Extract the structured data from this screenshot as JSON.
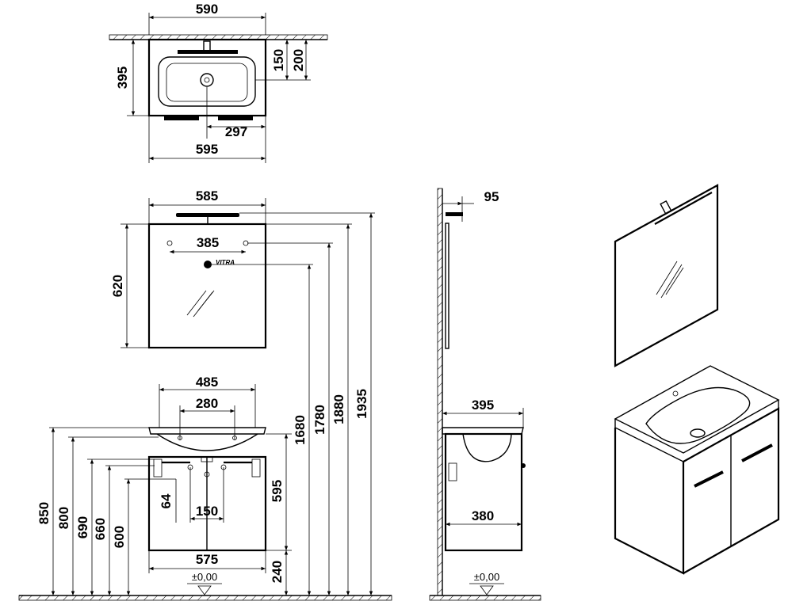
{
  "top_view": {
    "width_top": "590",
    "depth": "395",
    "d150": "150",
    "d200": "200",
    "d297": "297",
    "width_bottom": "595"
  },
  "mirror": {
    "width": "585",
    "height": "620",
    "holes": "385",
    "logo": "VITRA"
  },
  "cabinet_front": {
    "basin_outer": "485",
    "basin_inner": "280",
    "legs": "64",
    "leg_spacing": "150",
    "width": "575",
    "cab_height": "595",
    "plinth": "240",
    "zero": "±0,00"
  },
  "heights": {
    "h850": "850",
    "h800": "800",
    "h690": "690",
    "h660": "660",
    "h600": "600",
    "h1680": "1680",
    "h1780": "1780",
    "h1880": "1880",
    "h1935": "1935"
  },
  "side_view": {
    "mirror_depth": "95",
    "basin_depth": "395",
    "cab_depth": "380",
    "zero": "±0,00"
  }
}
